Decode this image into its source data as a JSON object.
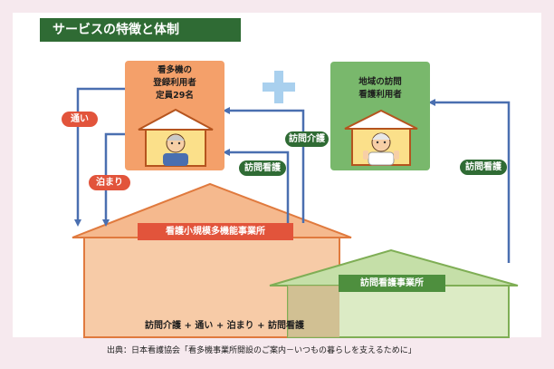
{
  "title": "サービスの特徴と体制",
  "left_box": {
    "lines": [
      "看多機の",
      "登録利用者",
      "定員29名"
    ]
  },
  "right_box": {
    "lines": [
      "地域の訪問",
      "看護利用者"
    ]
  },
  "pills": {
    "kayoi": "通い",
    "tomari": "泊まり",
    "houmon_kaigo": "訪問介護",
    "houmon_kango_left": "訪問看護",
    "houmon_kango_right": "訪問看護"
  },
  "house_left_label": "看護小規模多機能事業所",
  "house_right_label": "訪問看護事業所",
  "bottom_line": "訪問介護 + 通い + 泊まり +  訪問看護",
  "source": "出典：日本看護協会「看多機事業所開設のご案内－いつもの暮らしを支えるために」",
  "colors": {
    "orange_box": "#f4a06a",
    "green_box": "#79b86c",
    "arrow_blue": "#4a6fb0",
    "title_green": "#2f6b34",
    "pill_red": "#e2543b",
    "plus_blue": "#a9d0ee"
  },
  "icons": [
    "plus-icon",
    "elderly-person-icon",
    "house-icon"
  ]
}
